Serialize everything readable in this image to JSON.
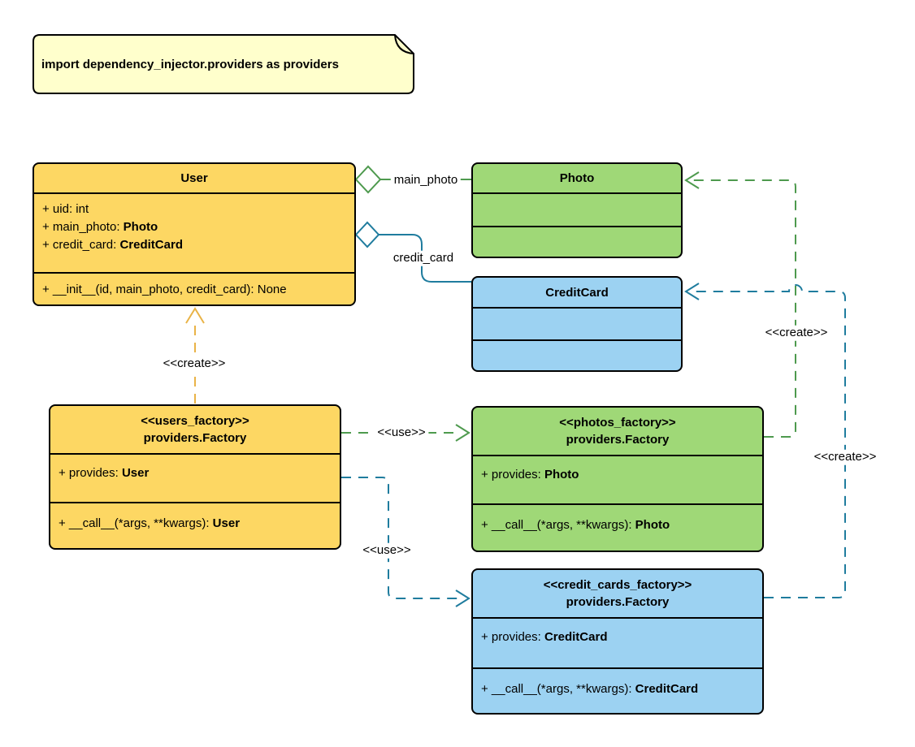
{
  "note": {
    "text": "import dependency_injector.providers as providers"
  },
  "colors": {
    "yellow_fill": "#FDD763",
    "green_fill": "#9FD877",
    "blue_fill": "#9CD2F2",
    "note_fill": "#FFFFCC",
    "yellow_line": "#E9B347",
    "green_line": "#4E9A4E",
    "blue_line": "#1F7C9E",
    "border": "#000000"
  },
  "classes": {
    "user": {
      "name": "User",
      "attributes": [
        {
          "text": "+ uid: int"
        },
        {
          "text": "+ main_photo: ",
          "type": "Photo"
        },
        {
          "text": "+ credit_card: ",
          "type": "CreditCard"
        }
      ],
      "methods": [
        {
          "text": "+ __init__(id, main_photo, credit_card): None"
        }
      ]
    },
    "photo": {
      "name": "Photo"
    },
    "credit_card": {
      "name": "CreditCard"
    },
    "users_factory": {
      "stereotype": "<<users_factory>>",
      "name": "providers.Factory",
      "attributes": [
        {
          "text": "+ provides: ",
          "type": "User"
        }
      ],
      "methods": [
        {
          "text": "+ __call__(*args, **kwargs): ",
          "type": "User"
        }
      ]
    },
    "photos_factory": {
      "stereotype": "<<photos_factory>>",
      "name": "providers.Factory",
      "attributes": [
        {
          "text": "+ provides: ",
          "type": "Photo"
        }
      ],
      "methods": [
        {
          "text": "+ __call__(*args, **kwargs): ",
          "type": "Photo"
        }
      ]
    },
    "credit_cards_factory": {
      "stereotype": "<<credit_cards_factory>>",
      "name": "providers.Factory",
      "attributes": [
        {
          "text": "+ provides: ",
          "type": "CreditCard"
        }
      ],
      "methods": [
        {
          "text": "+ __call__(*args, **kwargs): ",
          "type": "CreditCard"
        }
      ]
    }
  },
  "edges": {
    "main_photo_label": "main_photo",
    "credit_card_label": "credit_card",
    "create_user_label": "<<create>>",
    "use_photos_label": "<<use>>",
    "use_credit_cards_label": "<<use>>",
    "create_photo_label": "<<create>>",
    "create_credit_card_label": "<<create>>"
  }
}
